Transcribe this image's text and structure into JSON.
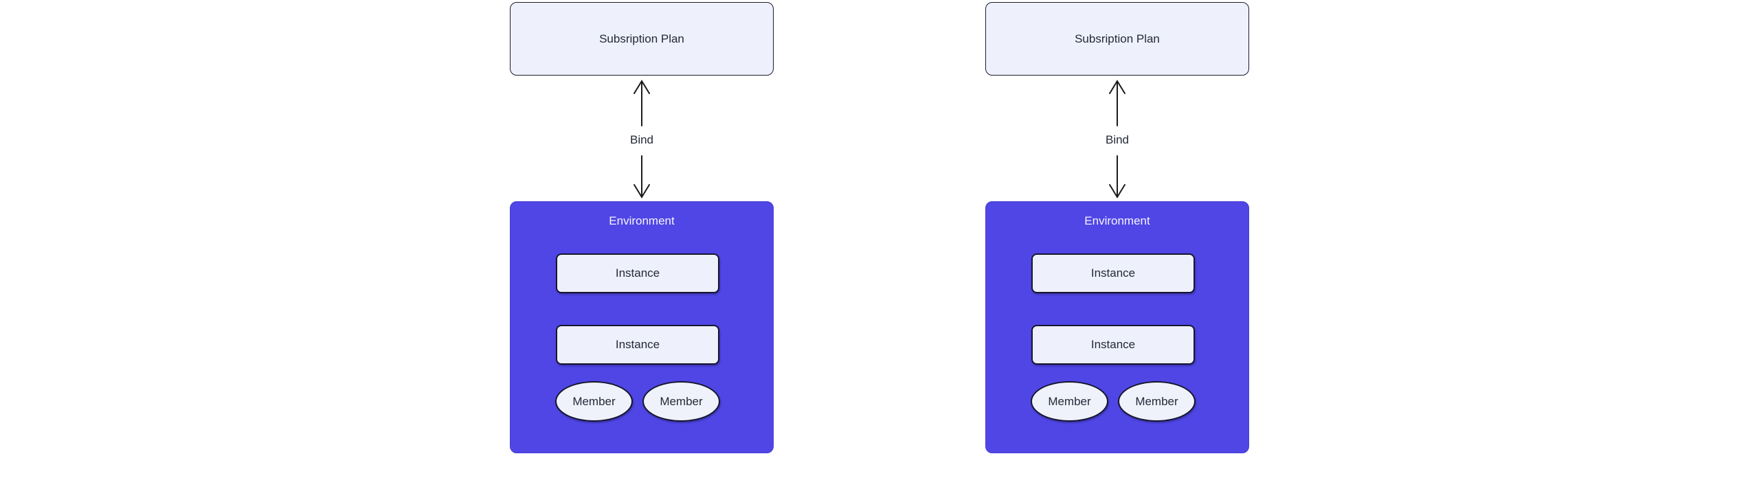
{
  "diagram": {
    "background": "#FFFFFF",
    "colors": {
      "environment_fill": "#4F46E5",
      "node_fill": "#EEF1FB",
      "node_border": "#16162E",
      "text_dark": "#242938",
      "text_light": "#F5F4FF",
      "arrow": "#1A1A1A"
    },
    "groups": [
      {
        "plan_label": "Subsription Plan",
        "bind_label": "Bind",
        "environment": {
          "label": "Environment",
          "instances": [
            "Instance",
            "Instance"
          ],
          "members": [
            "Member",
            "Member"
          ]
        }
      },
      {
        "plan_label": "Subsription Plan",
        "bind_label": "Bind",
        "environment": {
          "label": "Environment",
          "instances": [
            "Instance",
            "Instance"
          ],
          "members": [
            "Member",
            "Member"
          ]
        }
      }
    ]
  }
}
